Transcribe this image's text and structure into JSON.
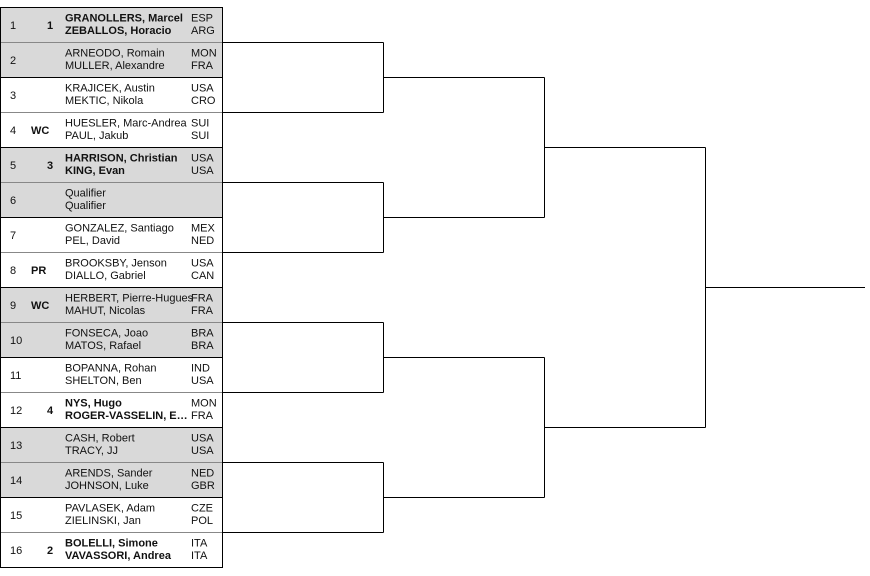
{
  "colors": {
    "shaded": "#d9d9d9",
    "plain": "#ffffff",
    "line": "#000000"
  },
  "entries": [
    {
      "num": "1",
      "tag": "1",
      "bold": true,
      "shaded": true,
      "players": [
        [
          "GRANOLLERS, Marcel",
          "ESP"
        ],
        [
          "ZEBALLOS, Horacio",
          "ARG"
        ]
      ]
    },
    {
      "num": "2",
      "tag": "",
      "bold": false,
      "shaded": true,
      "players": [
        [
          "ARNEODO, Romain",
          "MON"
        ],
        [
          "MULLER, Alexandre",
          "FRA"
        ]
      ]
    },
    {
      "num": "3",
      "tag": "",
      "bold": false,
      "shaded": false,
      "players": [
        [
          "KRAJICEK, Austin",
          "USA"
        ],
        [
          "MEKTIC, Nikola",
          "CRO"
        ]
      ]
    },
    {
      "num": "4",
      "tag": "WC",
      "bold": false,
      "shaded": false,
      "players": [
        [
          "HUESLER, Marc-Andrea",
          "SUI"
        ],
        [
          "PAUL, Jakub",
          "SUI"
        ]
      ]
    },
    {
      "num": "5",
      "tag": "3",
      "bold": true,
      "shaded": true,
      "players": [
        [
          "HARRISON, Christian",
          "USA"
        ],
        [
          "KING, Evan",
          "USA"
        ]
      ]
    },
    {
      "num": "6",
      "tag": "",
      "bold": false,
      "shaded": true,
      "players": [
        [
          "Qualifier",
          ""
        ],
        [
          "Qualifier",
          ""
        ]
      ]
    },
    {
      "num": "7",
      "tag": "",
      "bold": false,
      "shaded": false,
      "players": [
        [
          "GONZALEZ, Santiago",
          "MEX"
        ],
        [
          "PEL, David",
          "NED"
        ]
      ]
    },
    {
      "num": "8",
      "tag": "PR",
      "bold": false,
      "shaded": false,
      "players": [
        [
          "BROOKSBY, Jenson",
          "USA"
        ],
        [
          "DIALLO, Gabriel",
          "CAN"
        ]
      ]
    },
    {
      "num": "9",
      "tag": "WC",
      "bold": false,
      "shaded": true,
      "players": [
        [
          "HERBERT, Pierre-Hugues",
          "FRA"
        ],
        [
          "MAHUT, Nicolas",
          "FRA"
        ]
      ]
    },
    {
      "num": "10",
      "tag": "",
      "bold": false,
      "shaded": true,
      "players": [
        [
          "FONSECA, Joao",
          "BRA"
        ],
        [
          "MATOS, Rafael",
          "BRA"
        ]
      ]
    },
    {
      "num": "11",
      "tag": "",
      "bold": false,
      "shaded": false,
      "players": [
        [
          "BOPANNA, Rohan",
          "IND"
        ],
        [
          "SHELTON, Ben",
          "USA"
        ]
      ]
    },
    {
      "num": "12",
      "tag": "4",
      "bold": true,
      "shaded": false,
      "players": [
        [
          "NYS, Hugo",
          "MON"
        ],
        [
          "ROGER-VASSELIN, E…",
          "FRA"
        ]
      ]
    },
    {
      "num": "13",
      "tag": "",
      "bold": false,
      "shaded": true,
      "players": [
        [
          "CASH, Robert",
          "USA"
        ],
        [
          "TRACY, JJ",
          "USA"
        ]
      ]
    },
    {
      "num": "14",
      "tag": "",
      "bold": false,
      "shaded": true,
      "players": [
        [
          "ARENDS, Sander",
          "NED"
        ],
        [
          "JOHNSON, Luke",
          "GBR"
        ]
      ]
    },
    {
      "num": "15",
      "tag": "",
      "bold": false,
      "shaded": false,
      "players": [
        [
          "PAVLASEK, Adam",
          "CZE"
        ],
        [
          "ZIELINSKI, Jan",
          "POL"
        ]
      ]
    },
    {
      "num": "16",
      "tag": "2",
      "bold": true,
      "shaded": false,
      "players": [
        [
          "BOLELLI, Simone",
          "ITA"
        ],
        [
          "VAVASSORI, Andrea",
          "ITA"
        ]
      ]
    }
  ]
}
